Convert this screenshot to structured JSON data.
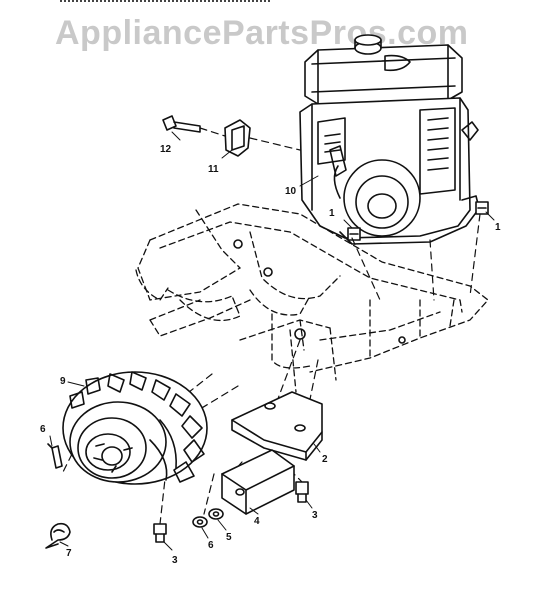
{
  "watermark": "AppliancePartsPros.com",
  "callouts": {
    "c1a": "1",
    "c1b": "1",
    "c2": "2",
    "c3a": "3",
    "c3b": "3",
    "c4": "4",
    "c5": "5",
    "c6a": "6",
    "c6b": "6",
    "c7": "7",
    "c9": "9",
    "c10": "10",
    "c11": "11",
    "c12": "12"
  },
  "parts": [
    "engine",
    "bolt",
    "engine-mount-bracket",
    "tiller-frame",
    "wheel",
    "mounting-plate",
    "spacer",
    "washer",
    "hairpin-clip",
    "pin",
    "clip"
  ]
}
